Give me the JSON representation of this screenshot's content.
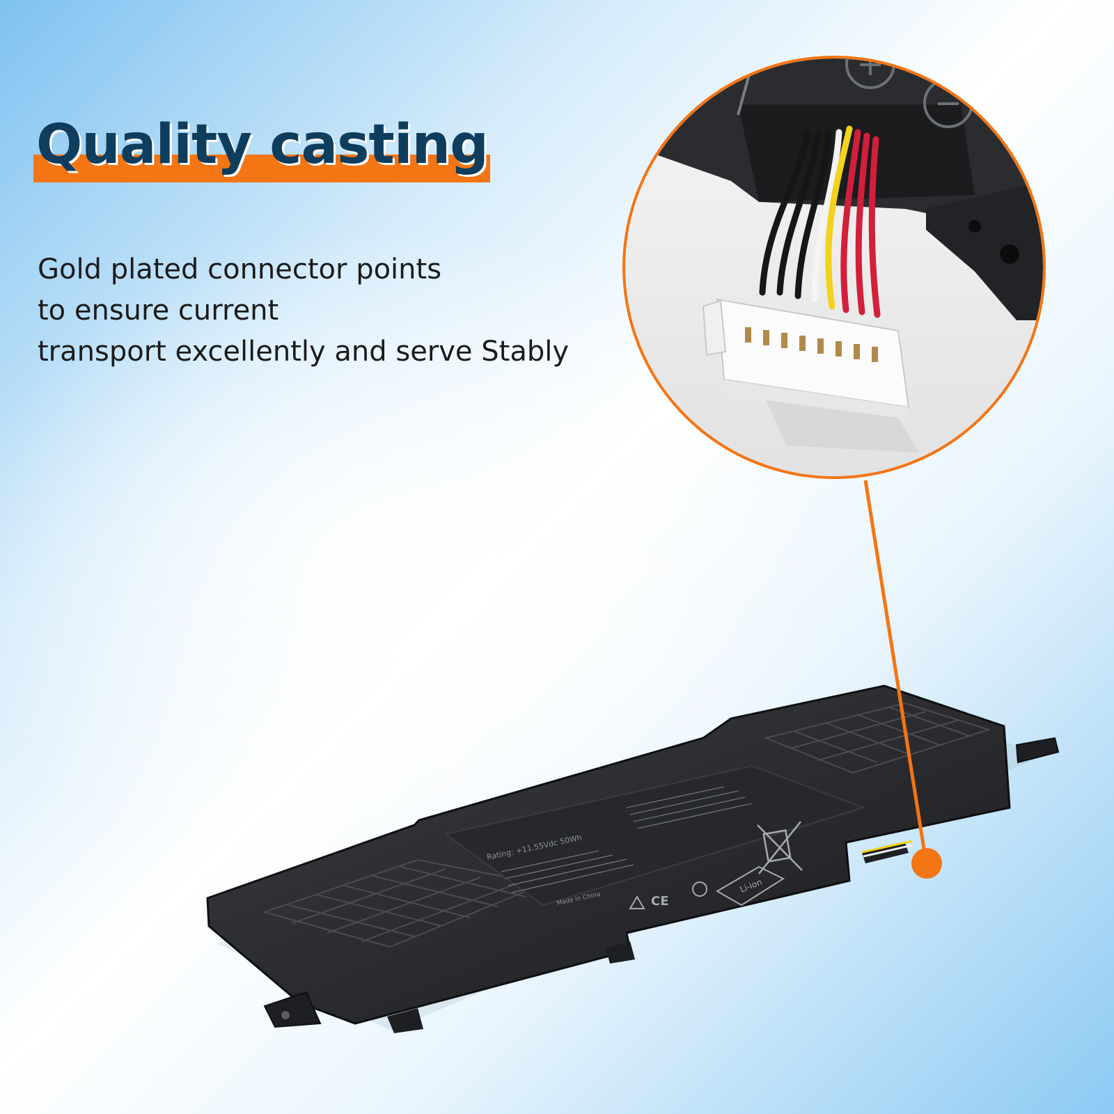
{
  "headline": {
    "title": "Quality casting",
    "accent_color": "#f47514",
    "title_color": "#0f3d5e"
  },
  "description": {
    "lines": [
      "Gold plated connector points",
      "to ensure current",
      "transport excellently and serve Stably"
    ]
  },
  "product": {
    "label_rating": "Rating: +11.55Vdc 50Wh",
    "label_chemistry": "Li-ion",
    "label_origin": "Made in China",
    "icons": [
      "warning-icon",
      "ce-mark-icon",
      "recycle-icon",
      "crossed-bin-icon"
    ]
  },
  "callout": {
    "polarity_plus": "+",
    "polarity_minus": "−",
    "wire_colors": [
      "#1a1a1a",
      "#1a1a1a",
      "#1a1a1a",
      "#f3f3f3",
      "#f2d21b",
      "#d21f3c",
      "#d21f3c",
      "#d21f3c"
    ],
    "line_color": "#f47514"
  }
}
